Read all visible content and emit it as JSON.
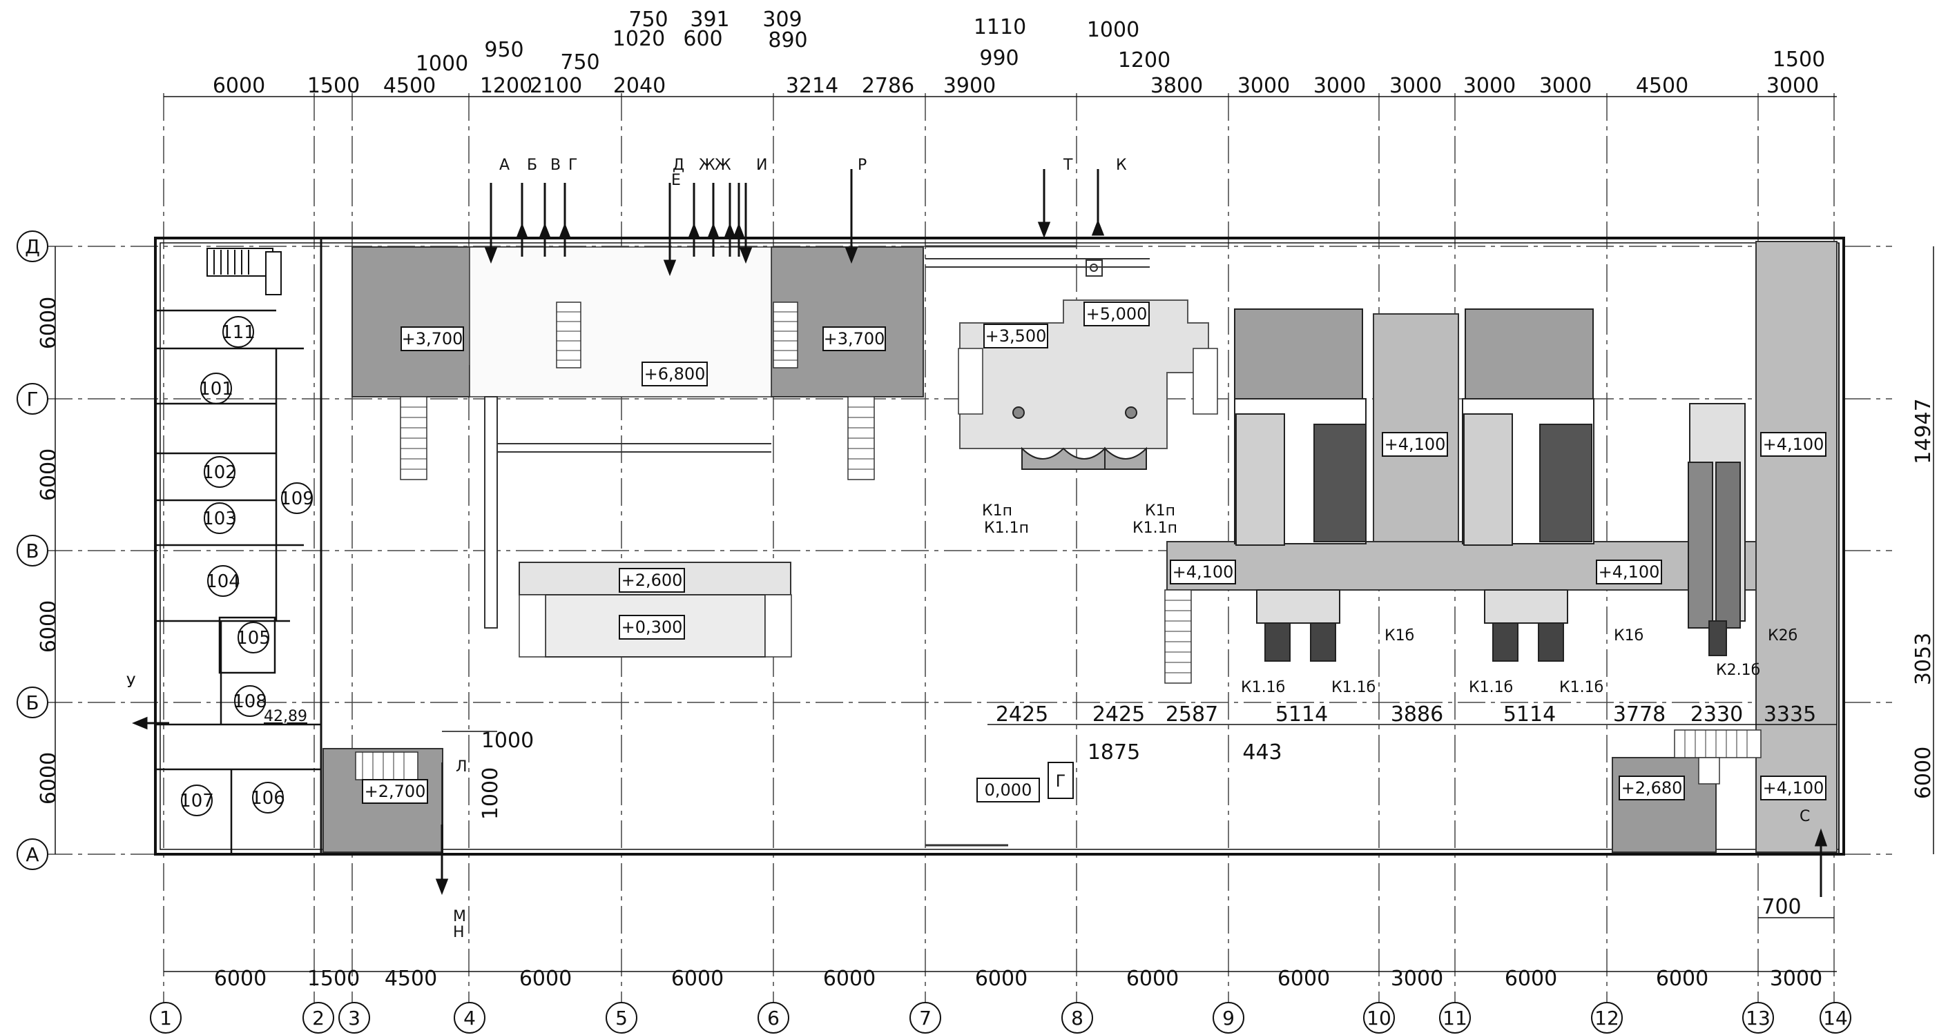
{
  "axes_x": [
    "1",
    "2",
    "3",
    "4",
    "5",
    "6",
    "7",
    "8",
    "9",
    "10",
    "11",
    "12",
    "13",
    "14"
  ],
  "axes_y": [
    "Д",
    "Г",
    "В",
    "Б",
    "А"
  ],
  "dims_bottom": [
    "6000",
    "1500",
    "4500",
    "6000",
    "6000",
    "6000",
    "6000",
    "6000",
    "6000",
    "3000",
    "6000",
    "6000",
    "3000"
  ],
  "dims_top_row": [
    "6000",
    "1500",
    "4500",
    "1200",
    "2100",
    "2040",
    "3214",
    "2786",
    "3900",
    "3800",
    "3000",
    "3000",
    "3000",
    "3000",
    "3000",
    "4500",
    "3000"
  ],
  "dims_top_extra": [
    "1000",
    "950",
    "750",
    "750",
    "1020",
    "391",
    "600",
    "309",
    "890",
    "1110",
    "990",
    "1000",
    "1200",
    "1500"
  ],
  "dims_left": [
    "6000",
    "6000",
    "6000",
    "6000"
  ],
  "dims_right": [
    "14947",
    "3053",
    "6000"
  ],
  "dims_mid": [
    "2425",
    "2425",
    "2587",
    "5114",
    "3886",
    "5114",
    "3778",
    "2330",
    "3335",
    "1875",
    "443",
    "1000",
    "1000",
    "700"
  ],
  "section_marks": [
    "А",
    "Б",
    "В",
    "Г",
    "Д",
    "Е",
    "Ж",
    "Ж",
    "И",
    "Р",
    "Т",
    "К",
    "Л",
    "М",
    "Н",
    "С",
    "У"
  ],
  "levels": [
    "+3,700",
    "+3,700",
    "+6,800",
    "+3,500",
    "+5,000",
    "+4,100",
    "+4,100",
    "+4,100",
    "+4,100",
    "+4,100",
    "+2,600",
    "+0,300",
    "+2,700",
    "+2,680",
    "0,000"
  ],
  "level_mark_note": "Г",
  "rooms": [
    "111",
    "101",
    "102",
    "103",
    "104",
    "105",
    "106",
    "107",
    "108",
    "109"
  ],
  "equipment_labels": [
    "К1п",
    "К1.1п",
    "К1п",
    "К1.1п",
    "К1б",
    "К1б",
    "К2б",
    "К1.1б",
    "К1.1б",
    "К1.1б",
    "К1.1б",
    "К2.1б"
  ],
  "text_notes": [
    "42,89",
    "0,000"
  ],
  "colors": {
    "ink": "#111111",
    "slab": "#9a9a9a",
    "slab_light": "#c8c8c8",
    "platform": "#e1e1e1"
  }
}
